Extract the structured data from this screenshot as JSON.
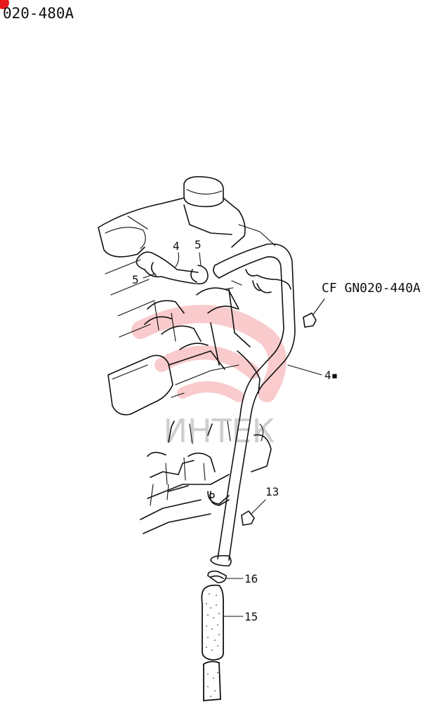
{
  "header": {
    "code": "020-480A"
  },
  "reference": {
    "text": "CF GN020-440A"
  },
  "watermark": {
    "text": "ИНТЕК",
    "logo_color": "#e8191d"
  },
  "callouts": {
    "c4": "4",
    "c5a": "5",
    "c5b": "5",
    "c4m": "4▪",
    "c13": "13",
    "c16": "16",
    "c15": "15"
  },
  "colors": {
    "ink": "#111111",
    "badge": "#e8191d"
  }
}
